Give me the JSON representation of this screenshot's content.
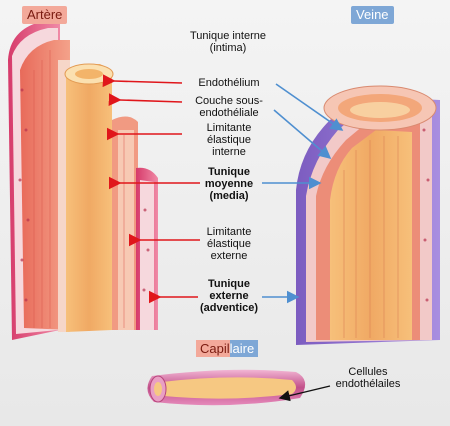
{
  "titles": {
    "artery": "Artère",
    "vein": "Veine",
    "capillary_a": "Capil",
    "capillary_b": "laire"
  },
  "labels": {
    "tunique_interne_1": "Tunique interne",
    "tunique_interne_2": "(intima)",
    "endothelium": "Endothélium",
    "couche_1": "Couche sous-",
    "couche_2": "endothéliale",
    "lim_int_1": "Limitante",
    "lim_int_2": "élastique",
    "lim_int_3": "interne",
    "moyenne_1": "Tunique",
    "moyenne_2": "moyenne",
    "moyenne_3": "(media)",
    "lim_ext_1": "Limitante",
    "lim_ext_2": "élastique",
    "lim_ext_3": "externe",
    "externe_1": "Tunique",
    "externe_2": "externe",
    "externe_3": "(adventice)",
    "cellules_1": "Cellules",
    "cellules_2": "endothélailes"
  },
  "colors": {
    "artery_tag": "#f3a99a",
    "vein_tag": "#7ea7d6",
    "red_arrow": "#e0161b",
    "blue_arrow": "#4f8fd0"
  }
}
